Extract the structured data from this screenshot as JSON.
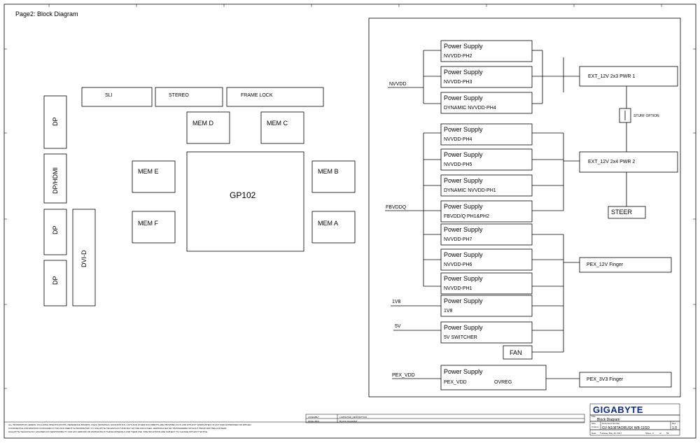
{
  "page_title": "Page2: Block Diagram",
  "gpu": "GP102",
  "top_blocks": [
    "SLI",
    "STEREO",
    "FRAME LOCK"
  ],
  "memory": {
    "a": "MEM   A",
    "b": "MEM   B",
    "c": "MEM   C",
    "d": "MEM   D",
    "e": "MEM   E",
    "f": "MEM   F"
  },
  "outputs": {
    "dp1": "DP",
    "dp_hdmi": "DP/HDMI",
    "dp2": "DP",
    "dp3": "DP",
    "dvi": "DVI-D"
  },
  "rails": {
    "nvvdd": "NVVDD",
    "fbvddq": "FBVDDQ",
    "v1v8": "1V8",
    "v5v": "5V",
    "pex_vdd": "PEX_VDD"
  },
  "power_supply_label": "Power Supply",
  "power_supplies": [
    "NVVDD-PH2",
    "NVVDD-PH3",
    "DYNAMIC NVVDD-PH4",
    "NVVDD-PH4",
    "NVVDD-PH5",
    "DYNAMIC NVVDD-PH1",
    "FBVDD/Q PH1&PH2",
    "NVVDD-PH7",
    "NVVDD-PH6",
    "NVVDD-PH1",
    "1V8",
    "5V SWITCHER"
  ],
  "pex_supply": {
    "sub": "PEX_VDD",
    "tag": "OVREG"
  },
  "fan": "FAN",
  "connectors": {
    "ext_2x3": "EXT_12V 2x3 PWR 1",
    "ext_2x4": "EXT_12V 2x4 PWR 2",
    "pex_12v": "PEX_12V Finger",
    "pex_3v3": "PEX_3V3 Finger",
    "steer": "STEER",
    "stuff_option": "STUFF OPTION"
  },
  "title_block": {
    "logo": "GIGABYTE",
    "title": "Block Diagram",
    "model": "GV-N108TAORUSX WB-11GD",
    "rev": "1.0",
    "rev_label": "Rev",
    "title_label": "Title",
    "size_label": "Size",
    "size_value": "Custom",
    "doc_label": "Document Number",
    "date_label": "Date:",
    "date_value": "Tuesday, May 16, 2017",
    "sheet_label": "Sheet",
    "sheet_value": "2",
    "of_label": "of",
    "of_value": "51",
    "assembly_label": "ASSEMBLY",
    "assembly_value": "LAMINATED_DESCRIPTION",
    "page_label": "PAGE INFO",
    "page_value": "BLOCK DIAGRAM",
    "disclaimer_1": "ALL INFORMATION HEREIN, INCLUDING SPECIFICATIONS, REFERENCE BOARDS, FILES, DRAWINGS, DIAGNOSTICS, LISTS AND OTHER DOCUMENTS ARE PROVIDED AS IS AND WITHOUT WARRANTIES OF ANY KIND EXPRESSED OR IMPLIED.",
    "disclaimer_2": "CONFIDENTIAL INFORMATION CONTAINED IN THIS DOCUMENT IS PROPRIETARY TO GIGA-BYTE TECHNOLOGY AND MAY NOT BE DISCLOSED, REPRODUCED OR TRANSFERRED WITHOUT PRIOR WRITTEN CONSENT.",
    "disclaimer_3": "GIGA-BYTE TECHNOLOGY ASSUMES NO RESPONSIBILITY FOR ANY ERRORS OR OMISSIONS IN THESE MATERIALS AND THEIR USE. SPECIFICATIONS ARE SUBJECT TO CHANGE WITHOUT NOTICE."
  }
}
